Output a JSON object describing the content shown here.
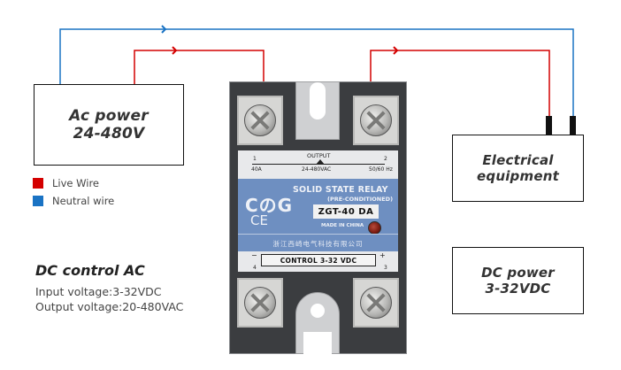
{
  "diagram": {
    "ac_power": {
      "line1": "Ac power",
      "line2": "24-480V"
    },
    "electrical_equipment": {
      "line1": "Electrical",
      "line2": "equipment"
    },
    "dc_power": {
      "line1": "DC power",
      "line2": "3-32VDC"
    },
    "legend": [
      {
        "label": "Live Wire",
        "color": "#d40000"
      },
      {
        "label": "Neutral wire",
        "color": "#1a73c4"
      }
    ],
    "wire_colors": {
      "live": "#d40000",
      "neutral": "#1a73c4"
    },
    "description": {
      "title": "DC control AC",
      "input": "Input voltage:3-32VDC",
      "output": "Output voltage:20-480VAC"
    }
  },
  "relay": {
    "output_label": "OUTPUT",
    "terminal_1": "1",
    "terminal_2": "2",
    "terminal_3": "3",
    "terminal_4": "4",
    "current": "40A",
    "voltage_range": "24-480VAC",
    "frequency": "50/60 Hz",
    "logo": "CのG",
    "ce_mark": "CE",
    "title": "SOLID STATE RELAY",
    "subtitle": "(PRE-CONDITIONED)",
    "model": "ZGT-40 DA",
    "made_in": "MADE IN CHINA",
    "company": "浙江西崎电气科技有限公司",
    "control": "CONTROL 3-32 VDC",
    "minus": "−",
    "plus": "+"
  }
}
